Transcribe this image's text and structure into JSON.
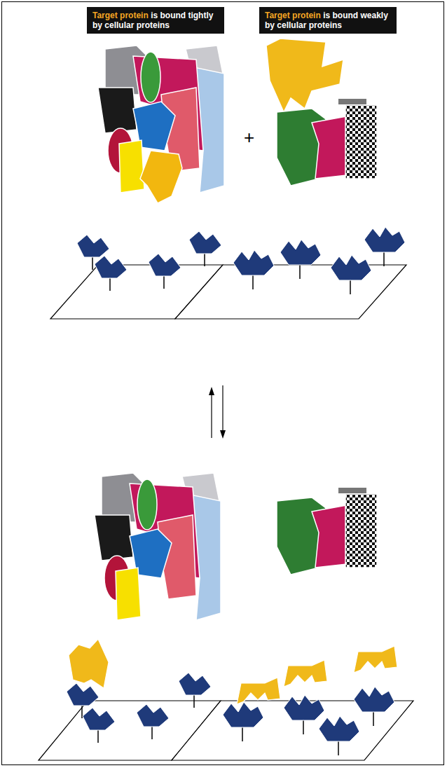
{
  "diagram": {
    "nodes": [
      {
        "text": [
          "Target protein",
          "is bound tightly by cellular proteins"
        ]
      },
      {
        "text": [
          "Target protein",
          "is bound weakly by cellular proteins"
        ]
      }
    ]
  }
}
